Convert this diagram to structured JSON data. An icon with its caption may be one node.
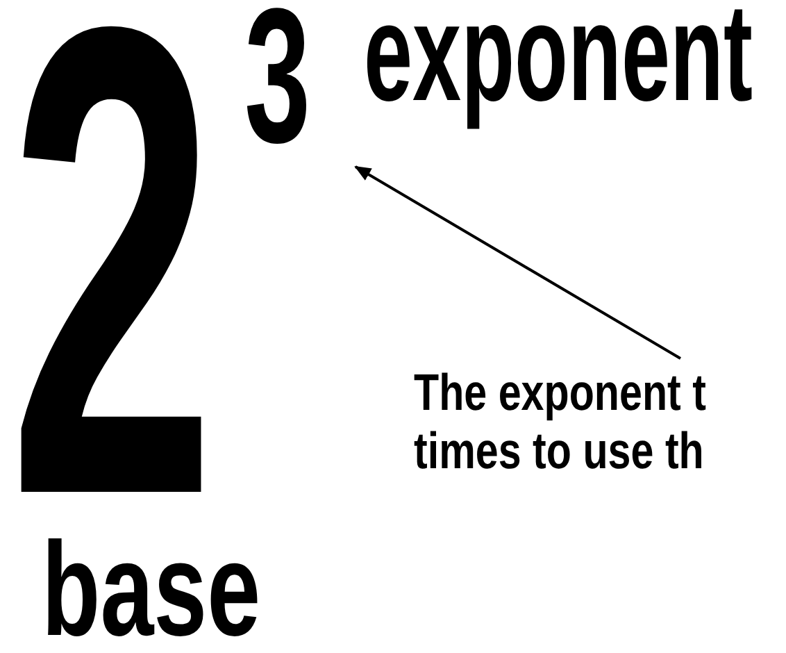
{
  "diagram": {
    "nodes": [
      {
        "text": [
          "The exponent t times to use th"
        ]
      },
      {
        "text": [
          "3"
        ]
      }
    ],
    "edges": [
      {
        "from": 0,
        "to": 1,
        "arrow": "to"
      }
    ],
    "labels": [
      "2",
      "exponent",
      "base"
    ]
  }
}
